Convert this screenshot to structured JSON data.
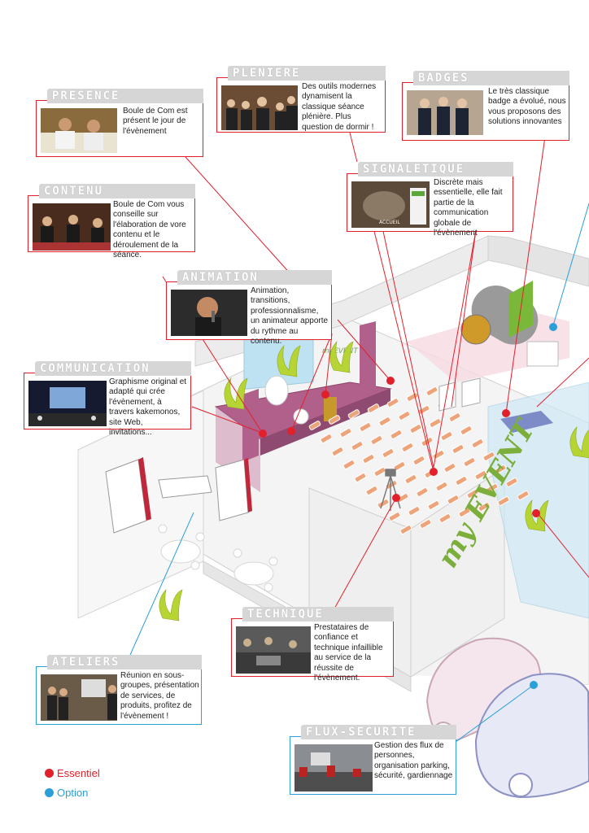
{
  "colors": {
    "essentiel": "#e2202c",
    "option": "#2a9fd8",
    "stage": "#a8597a"
  },
  "cards": [
    {
      "id": "presence",
      "title": "PRESENCE",
      "text": "Boule de Com est présent le jour de l'évènement",
      "type": "essentiel"
    },
    {
      "id": "pleniere",
      "title": "PLENIERE",
      "text": "Des outils modernes dynamisent la classique séance plénière. Plus question de dormir !",
      "type": "essentiel"
    },
    {
      "id": "badges",
      "title": "BADGES",
      "text": "Le très classique badge a évolué, nous vous proposons des solutions innovantes",
      "type": "essentiel"
    },
    {
      "id": "signaletique",
      "title": "SIGNALETIQUE",
      "text": "Discrète mais essentielle, elle fait partie de la communication globale de l'évènement",
      "type": "essentiel"
    },
    {
      "id": "contenu",
      "title": "CONTENU",
      "text": "Boule de Com vous conseille sur l'élaboration de vore contenu et le déroulement de la séance.",
      "type": "essentiel"
    },
    {
      "id": "animation",
      "title": "ANIMATION",
      "text": "Animation, transitions, professionnalisme, un animateur apporte du rythme au contenu.",
      "type": "essentiel"
    },
    {
      "id": "communication",
      "title": "COMMUNICATION",
      "text": "Graphisme original et adapté qui crée l'évènement, à travers kakemonos, site Web, invitations...",
      "type": "essentiel"
    },
    {
      "id": "technique",
      "title": "TECHNIQUE",
      "text": "Prestataires de confiance et technique infaillible au service de la réussite de l'évènement.",
      "type": "essentiel"
    },
    {
      "id": "ateliers",
      "title": "ATELIERS",
      "text": "Réunion en sous-groupes, présentation de services, de produits, profitez de l'évènement !",
      "type": "option"
    },
    {
      "id": "flux",
      "title": "FLUX-SECURITE",
      "text": "Gestion des flux de personnes, organisation parking, sécurité, gardiennage",
      "type": "option"
    }
  ],
  "venue": {
    "floor_text": "my EVENT",
    "stage_banner": "myEVENT",
    "sign_text": "ACCUEIL"
  },
  "legend": {
    "essentiel": "Essentiel",
    "option": "Option"
  }
}
